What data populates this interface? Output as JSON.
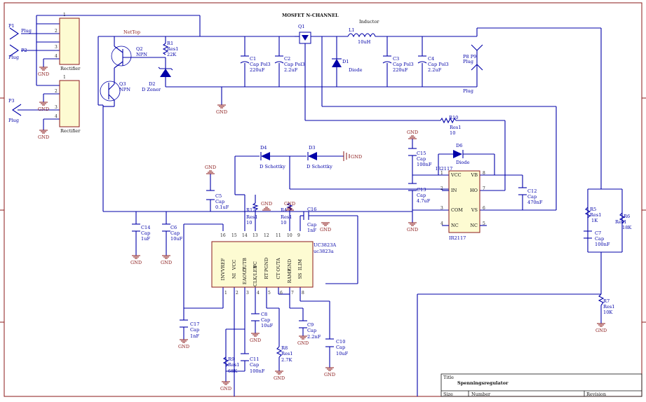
{
  "schematic": {
    "sheet_title_label": "Title",
    "sheet_title": "Spenningsregulator",
    "size_label": "Size",
    "number_label": "Number",
    "revision_label": "Revision",
    "net_top": "NetTop",
    "q1_label": "Q1",
    "q1_desc": "MOSFET N-CHANNEL",
    "ground": "GND",
    "connectors": {
      "p1": "P1",
      "p2": "P2",
      "p3": "P3",
      "p8p9": "P8\nP9",
      "plug": "Plug",
      "rectifier": "Rectifier"
    },
    "inductor": {
      "ref": "L1",
      "desc": "Inductor",
      "value": "10uH"
    },
    "transistors": [
      {
        "ref": "Q2",
        "type": "NPN"
      },
      {
        "ref": "Q3",
        "type": "NPN"
      }
    ],
    "diodes": {
      "d1": {
        "ref": "D1",
        "type": "Diode"
      },
      "d2": {
        "ref": "D2",
        "type": "D Zener"
      },
      "d3": {
        "ref": "D3",
        "type": "D Schottky"
      },
      "d4": {
        "ref": "D4",
        "type": "D Schottky"
      },
      "d6": {
        "ref": "D6",
        "type": "Diode"
      }
    },
    "capacitors": {
      "c1": {
        "ref": "C1",
        "type": "Cap Pol3",
        "value": "220uF"
      },
      "c2": {
        "ref": "C2",
        "type": "Cap Pol3",
        "value": "2.2uF"
      },
      "c3": {
        "ref": "C3",
        "type": "Cap Pol3",
        "value": "220uF"
      },
      "c4": {
        "ref": "C4",
        "type": "Cap Pol3",
        "value": "2.2uF"
      },
      "c5": {
        "ref": "C5",
        "type": "Cap",
        "value": "0.1uF"
      },
      "c6": {
        "ref": "C6",
        "type": "Cap",
        "value": "10uF"
      },
      "c7": {
        "ref": "C7",
        "type": "Cap",
        "value": "100nF"
      },
      "c8": {
        "ref": "C8",
        "type": "Cap",
        "value": "10uF"
      },
      "c9": {
        "ref": "C9",
        "type": "Cap",
        "value": "2.2nF"
      },
      "c10": {
        "ref": "C10",
        "type": "Cap",
        "value": "10uF"
      },
      "c11": {
        "ref": "C11",
        "type": "Cap",
        "value": "100nF"
      },
      "c12": {
        "ref": "C12",
        "type": "Cap",
        "value": "470nF"
      },
      "c13": {
        "ref": "C13",
        "type": "Cap",
        "value": "4.7uF"
      },
      "c14": {
        "ref": "C14",
        "type": "Cap",
        "value": "1uF"
      },
      "c15": {
        "ref": "C15",
        "type": "Cap",
        "value": "100nF"
      },
      "c16": {
        "ref": "C16",
        "type": "Cap",
        "value": "1nF"
      },
      "c17": {
        "ref": "C17",
        "type": "Cap",
        "value": "1nF"
      }
    },
    "resistors": {
      "r1": {
        "ref": "R1",
        "type": "Res1",
        "value": "22K"
      },
      "r4": {
        "ref": "R4",
        "type": "Res1",
        "value": "10"
      },
      "r5": {
        "ref": "R5",
        "type": "Res1",
        "value": "1K"
      },
      "r6": {
        "ref": "R6",
        "type": "Res1",
        "value": "18K"
      },
      "r7": {
        "ref": "R7",
        "type": "Res1",
        "value": "10K"
      },
      "r8": {
        "ref": "R8",
        "type": "Res1",
        "value": "2.7K"
      },
      "r9": {
        "ref": "R9",
        "type": "Res1",
        "value": "68K"
      },
      "r10": {
        "ref": "R10",
        "type": "Res1",
        "value": "10"
      },
      "r12": {
        "ref": "R12",
        "type": "Res1",
        "value": "10"
      }
    },
    "uc3823": {
      "ref": "UC3823A",
      "part": "uc3823a",
      "top_pins": [
        {
          "name": "VREF",
          "num": "16"
        },
        {
          "name": "VCC",
          "num": "15"
        },
        {
          "name": "OUTB",
          "num": "14"
        },
        {
          "name": "VC",
          "num": "13"
        },
        {
          "name": "PGND",
          "num": "12"
        },
        {
          "name": "OUTA",
          "num": "11"
        },
        {
          "name": "GND",
          "num": "10"
        },
        {
          "name": "ILIM",
          "num": "9"
        }
      ],
      "bottom_pins": [
        {
          "name": "INV",
          "num": "1"
        },
        {
          "name": "NI",
          "num": "2"
        },
        {
          "name": "EAOUT",
          "num": "3"
        },
        {
          "name": "CLK/LEB",
          "num": "4"
        },
        {
          "name": "RT",
          "num": "5"
        },
        {
          "name": "CT",
          "num": "6"
        },
        {
          "name": "RAMP",
          "num": "7"
        },
        {
          "name": "SS",
          "num": "8"
        }
      ]
    },
    "ir2117": {
      "ref": "IR2117",
      "part": "IR2117",
      "left_pins": [
        {
          "name": "VCC",
          "num": "1"
        },
        {
          "name": "IN",
          "num": "2"
        },
        {
          "name": "COM",
          "num": "3"
        },
        {
          "name": "NC",
          "num": "4"
        }
      ],
      "right_pins": [
        {
          "name": "VB",
          "num": "8"
        },
        {
          "name": "HO",
          "num": "7"
        },
        {
          "name": "VS",
          "num": "6"
        },
        {
          "name": "NC",
          "num": "5"
        }
      ]
    },
    "rectifier_pins": [
      "1",
      "2",
      "3",
      "4"
    ]
  }
}
